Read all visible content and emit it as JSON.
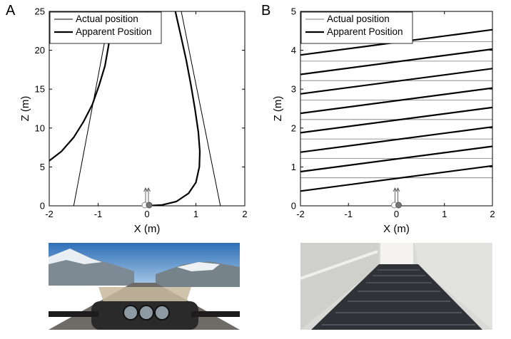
{
  "panels": [
    {
      "letter": "A"
    },
    {
      "letter": "B"
    }
  ],
  "chart_data": [
    {
      "type": "line",
      "xlabel": "X (m)",
      "ylabel": "Z (m)",
      "xlim": [
        -2,
        2
      ],
      "ylim": [
        0,
        25
      ],
      "xticks": [
        -2,
        -1,
        0,
        1,
        2
      ],
      "yticks": [
        0,
        5,
        10,
        15,
        20,
        25
      ],
      "grid": false,
      "legend": {
        "placement": "top-left",
        "entries": [
          "Actual position",
          "Apparent Position"
        ]
      },
      "series": [
        {
          "name": "Actual position",
          "style": "thin",
          "segments": [
            {
              "x": [
                -1.5,
                -0.75
              ],
              "y": [
                0,
                25
              ]
            },
            {
              "x": [
                1.5,
                0.7
              ],
              "y": [
                0,
                25
              ]
            }
          ]
        },
        {
          "name": "Apparent Position",
          "style": "thick",
          "segments": [
            {
              "x": [
                -2.0,
                -1.75,
                -1.5,
                -1.3,
                -1.12,
                -0.98,
                -0.86,
                -0.79,
                -0.75,
                -0.72,
                -0.7
              ],
              "y": [
                5.8,
                7.0,
                8.8,
                10.8,
                13.0,
                15.5,
                18.0,
                20.5,
                22.0,
                23.6,
                25
              ]
            },
            {
              "x": [
                0.0,
                0.3,
                0.6,
                0.85,
                1.0,
                1.07,
                1.08,
                1.05,
                0.98,
                0.9,
                0.8,
                0.68,
                0.58
              ],
              "y": [
                0,
                0.1,
                0.55,
                1.6,
                3.0,
                5.0,
                7.0,
                9.5,
                12.5,
                15.5,
                18.8,
                22.2,
                25
              ]
            }
          ]
        }
      ],
      "observer": {
        "x": 0,
        "y": 0
      }
    },
    {
      "type": "line",
      "xlabel": "X (m)",
      "ylabel": "Z (m)",
      "xlim": [
        -2,
        2
      ],
      "ylim": [
        0,
        5
      ],
      "xticks": [
        -2,
        -1,
        0,
        1,
        2
      ],
      "yticks": [
        0,
        1,
        2,
        3,
        4,
        5
      ],
      "grid": false,
      "legend": {
        "placement": "top-left",
        "entries": [
          "Actual position",
          "Apparent Position"
        ]
      },
      "series": [
        {
          "name": "Actual position",
          "style": "thin",
          "segments": [
            {
              "x": [
                -2,
                2
              ],
              "y": [
                0.72,
                0.72
              ]
            },
            {
              "x": [
                -2,
                2
              ],
              "y": [
                1.22,
                1.22
              ]
            },
            {
              "x": [
                -2,
                2
              ],
              "y": [
                1.72,
                1.72
              ]
            },
            {
              "x": [
                -2,
                2
              ],
              "y": [
                2.22,
                2.22
              ]
            },
            {
              "x": [
                -2,
                2
              ],
              "y": [
                2.72,
                2.72
              ]
            },
            {
              "x": [
                -2,
                2
              ],
              "y": [
                3.22,
                3.22
              ]
            },
            {
              "x": [
                -2,
                2
              ],
              "y": [
                3.72,
                3.72
              ]
            },
            {
              "x": [
                -2,
                2
              ],
              "y": [
                4.22,
                4.22
              ]
            }
          ]
        },
        {
          "name": "Apparent Position",
          "style": "thick",
          "segments": [
            {
              "x": [
                -2,
                2
              ],
              "y": [
                0.38,
                1.03
              ]
            },
            {
              "x": [
                -2,
                2
              ],
              "y": [
                0.88,
                1.53
              ]
            },
            {
              "x": [
                -2,
                2
              ],
              "y": [
                1.38,
                2.03
              ]
            },
            {
              "x": [
                -2,
                2
              ],
              "y": [
                1.88,
                2.53
              ]
            },
            {
              "x": [
                -2,
                2
              ],
              "y": [
                2.38,
                3.03
              ]
            },
            {
              "x": [
                -2,
                2
              ],
              "y": [
                2.88,
                3.53
              ]
            },
            {
              "x": [
                -2,
                2
              ],
              "y": [
                3.38,
                4.03
              ]
            },
            {
              "x": [
                -2,
                2
              ],
              "y": [
                3.88,
                4.53
              ]
            }
          ]
        }
      ],
      "observer": {
        "x": 0,
        "y": 0
      }
    }
  ],
  "photos": [
    {
      "subject": "motorcycle-road-view",
      "colors": {
        "sky": "#4f8cc9",
        "mountain": "#7d8a93",
        "snow": "#e8eef2",
        "road": "#6e6a66",
        "dash": "#2a2a2a"
      }
    },
    {
      "subject": "staircase-view",
      "colors": {
        "wall": "#d9d9d6",
        "step": "#2f3236",
        "light": "#f4f3ef",
        "rail": "#efefec"
      }
    }
  ]
}
